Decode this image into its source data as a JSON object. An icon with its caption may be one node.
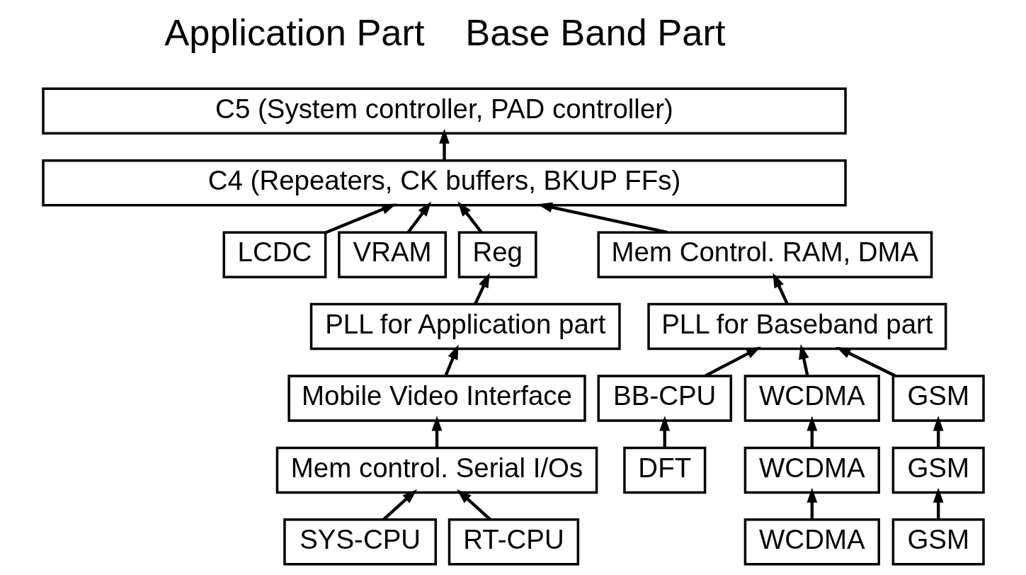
{
  "diagram": {
    "nodes": [
      {
        "text": [
          "C5 (System controller, PAD controller)"
        ]
      },
      {
        "text": [
          "C4 (Repeaters, CK buffers, BKUP FFs)"
        ]
      },
      {
        "text": [
          "LCDC"
        ]
      },
      {
        "text": [
          "VRAM"
        ]
      },
      {
        "text": [
          "Reg"
        ]
      },
      {
        "text": [
          "Mem Control. RAM, DMA"
        ]
      },
      {
        "text": [
          "PLL for Application part"
        ]
      },
      {
        "text": [
          "PLL for Baseband part"
        ]
      },
      {
        "text": [
          "Mobile Video Interface"
        ]
      },
      {
        "text": [
          "BB-CPU"
        ]
      },
      {
        "text": [
          "WCDMA"
        ]
      },
      {
        "text": [
          "GSM"
        ]
      },
      {
        "text": [
          "Mem control. Serial I/Os"
        ]
      },
      {
        "text": [
          "DFT"
        ]
      },
      {
        "text": [
          "WCDMA"
        ]
      },
      {
        "text": [
          "GSM"
        ]
      },
      {
        "text": [
          "SYS-CPU"
        ]
      },
      {
        "text": [
          "RT-CPU"
        ]
      },
      {
        "text": [
          "WCDMA"
        ]
      },
      {
        "text": [
          "GSM"
        ]
      }
    ],
    "edges": [
      {
        "from": 1,
        "to": 0,
        "arrow": "to"
      },
      {
        "from": 2,
        "to": 1,
        "arrow": "to"
      },
      {
        "from": 3,
        "to": 1,
        "arrow": "to"
      },
      {
        "from": 4,
        "to": 1,
        "arrow": "to"
      },
      {
        "from": 5,
        "to": 1,
        "arrow": "to"
      },
      {
        "from": 6,
        "to": 4,
        "arrow": "to"
      },
      {
        "from": 7,
        "to": 5,
        "arrow": "to"
      },
      {
        "from": 8,
        "to": 6,
        "arrow": "to"
      },
      {
        "from": 9,
        "to": 7,
        "arrow": "to"
      },
      {
        "from": 10,
        "to": 7,
        "arrow": "to"
      },
      {
        "from": 11,
        "to": 7,
        "arrow": "to"
      },
      {
        "from": 12,
        "to": 8,
        "arrow": "to"
      },
      {
        "from": 13,
        "to": 9,
        "arrow": "to"
      },
      {
        "from": 14,
        "to": 10,
        "arrow": "to"
      },
      {
        "from": 15,
        "to": 11,
        "arrow": "to"
      },
      {
        "from": 16,
        "to": 12,
        "arrow": "to"
      },
      {
        "from": 17,
        "to": 12,
        "arrow": "to"
      },
      {
        "from": 18,
        "to": 14,
        "arrow": "to"
      },
      {
        "from": 19,
        "to": 15,
        "arrow": "to"
      }
    ],
    "labels": [
      "Application Part",
      "Base Band Part"
    ]
  }
}
